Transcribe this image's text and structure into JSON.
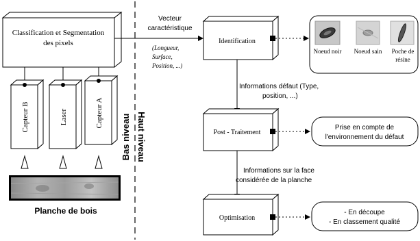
{
  "left": {
    "classif_line1": "Classification et Segmentation",
    "classif_line2": "des pixels",
    "sensors": [
      "Capteur B",
      "Laser",
      "Capteur A"
    ],
    "board_label": "Planche de bois"
  },
  "divider": {
    "bas_niveau": "Bas niveau",
    "haut_niveau": "Haut niveau"
  },
  "vector": {
    "line1": "Vecteur",
    "line2": "caractéristique",
    "params": [
      "(Longueur,",
      "Surface,",
      "Position, ...)"
    ]
  },
  "blocks": {
    "identification": "Identification",
    "post": "Post - Traitement",
    "optim": "Optimisation"
  },
  "defects": {
    "items": [
      "Noeud noir",
      "Noeud sain",
      "Poche de",
      "résine"
    ]
  },
  "arrows": {
    "info_defaut_1": "Informations défaut (Type,",
    "info_defaut_2": "position, ...)",
    "info_face_1": "Informations sur la face",
    "info_face_2": "considérée de la planche"
  },
  "outputs": {
    "post_1": "Prise en compte de",
    "post_2": "l'environnement du défaut",
    "optim_1": "- En découpe",
    "optim_2": "- En classement qualité"
  }
}
